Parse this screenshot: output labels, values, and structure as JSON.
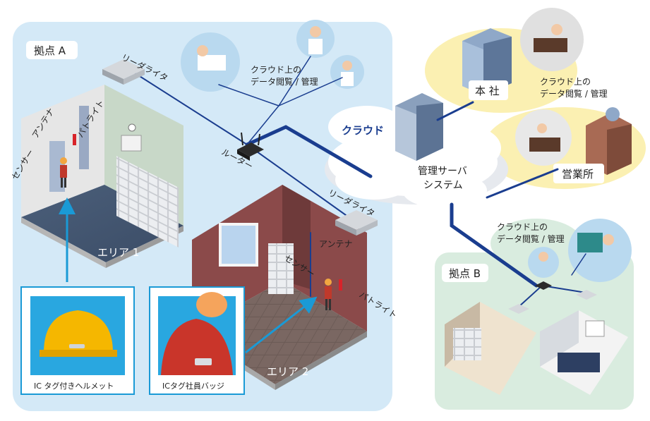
{
  "site_a": {
    "title": "拠点 A",
    "area1": "エリア 1",
    "area2": "エリア 2",
    "reader_writer_1": "リーダライタ",
    "reader_writer_2": "リーダライタ",
    "antenna_1": "アンテナ",
    "antenna_2": "アンテナ",
    "patlite_1": "パトライト",
    "patlite_2": "パトライト",
    "sensor_1": "センサー",
    "sensor_2": "センサー",
    "router": "ルーター",
    "cloud_view_line1": "クラウド上の",
    "cloud_view_line2": "データ閲覧 / 管理",
    "helmet_caption": "IC タグ付きヘルメット",
    "badge_caption": "ICタグ社員バッジ"
  },
  "cloud": {
    "label": "クラウド",
    "server_line1": "管理サーバ",
    "server_line2": "システム"
  },
  "headquarters": {
    "hq": "本 社",
    "office": "営業所",
    "cloud_view_line1": "クラウド上の",
    "cloud_view_line2": "データ閲覧 / 管理"
  },
  "site_b": {
    "title": "拠点 B",
    "cloud_view_line1": "クラウド上の",
    "cloud_view_line2": "データ閲覧 / 管理"
  },
  "colors": {
    "panel_a": "#d4e9f7",
    "panel_b": "#d9ecdf",
    "yellow_blob": "#fbf0b2",
    "network_line": "#1a3d8f",
    "arrow_cyan": "#1a9ad6",
    "cloud_text": "#1a3d8f"
  }
}
